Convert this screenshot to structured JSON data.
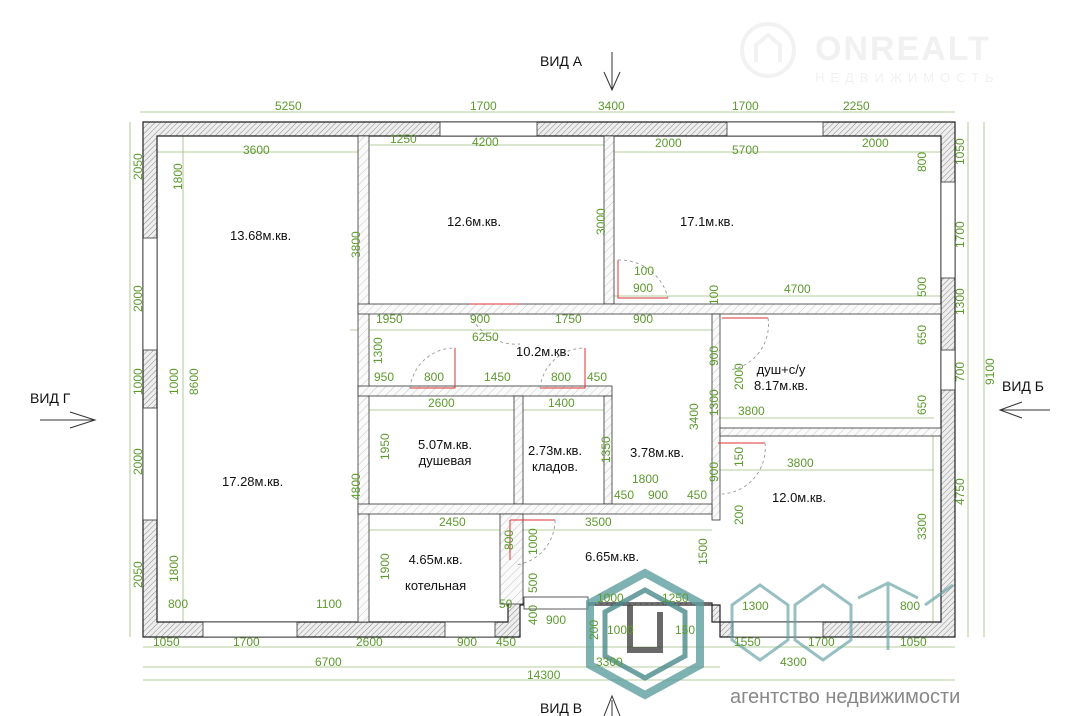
{
  "views": {
    "a": "ВИД  А",
    "b": "ВИД  Б",
    "v": "ВИД  В",
    "g": "ВИД  Г"
  },
  "rooms": [
    {
      "area": "13.68м.кв.",
      "name": ""
    },
    {
      "area": "12.6м.кв.",
      "name": ""
    },
    {
      "area": "17.1м.кв.",
      "name": ""
    },
    {
      "area": "10.2м.кв.",
      "name": ""
    },
    {
      "area": "8.17м.кв.",
      "name": "душ+с/у"
    },
    {
      "area": "17.28м.кв.",
      "name": ""
    },
    {
      "area": "5.07м.кв.",
      "name": "душевая"
    },
    {
      "area": "2.73м.кв.",
      "name": "кладов."
    },
    {
      "area": "3.78м.кв.",
      "name": ""
    },
    {
      "area": "12.0м.кв.",
      "name": ""
    },
    {
      "area": "4.65м.кв.",
      "name": "котельная"
    },
    {
      "area": "6.65м.кв.",
      "name": ""
    }
  ],
  "dimensions": [
    "5250",
    "1700",
    "3400",
    "1700",
    "2250",
    "1250",
    "4200",
    "3600",
    "2000",
    "5700",
    "2000",
    "1050",
    "800",
    "1700",
    "500",
    "1300",
    "700",
    "650",
    "650",
    "9100",
    "4750",
    "3300",
    "3800",
    "3800",
    "2050",
    "1800",
    "3800",
    "2000",
    "1000",
    "1000",
    "8600",
    "2000",
    "2050",
    "1800",
    "4800",
    "3000",
    "100",
    "900",
    "4700",
    "100",
    "1950",
    "900",
    "1750",
    "900",
    "6250",
    "1300",
    "900",
    "2000",
    "1300",
    "3400",
    "900",
    "150",
    "200",
    "950",
    "800",
    "1450",
    "800",
    "450",
    "2600",
    "1400",
    "1950",
    "1350",
    "1800",
    "450",
    "900",
    "450",
    "2450",
    "3500",
    "800",
    "1000",
    "1900",
    "1500",
    "500",
    "50",
    "400",
    "1000",
    "1250",
    "1000",
    "150",
    "200",
    "900",
    "800",
    "1100",
    "1300",
    "800",
    "1050",
    "1700",
    "2600",
    "900",
    "450",
    "1550",
    "1700",
    "1050",
    "6700",
    "3300",
    "4300",
    "14300"
  ],
  "watermarks": {
    "onrealt_name": "ONREALT",
    "onrealt_sub": "НЕДВИЖИМОСТЬ",
    "agency_logo": "СОТА",
    "agency_sub": "агентство недвижимости"
  },
  "colors": {
    "dimension": "#5c9a2e",
    "door": "#dd3333",
    "logo": "#5f9ea0"
  }
}
